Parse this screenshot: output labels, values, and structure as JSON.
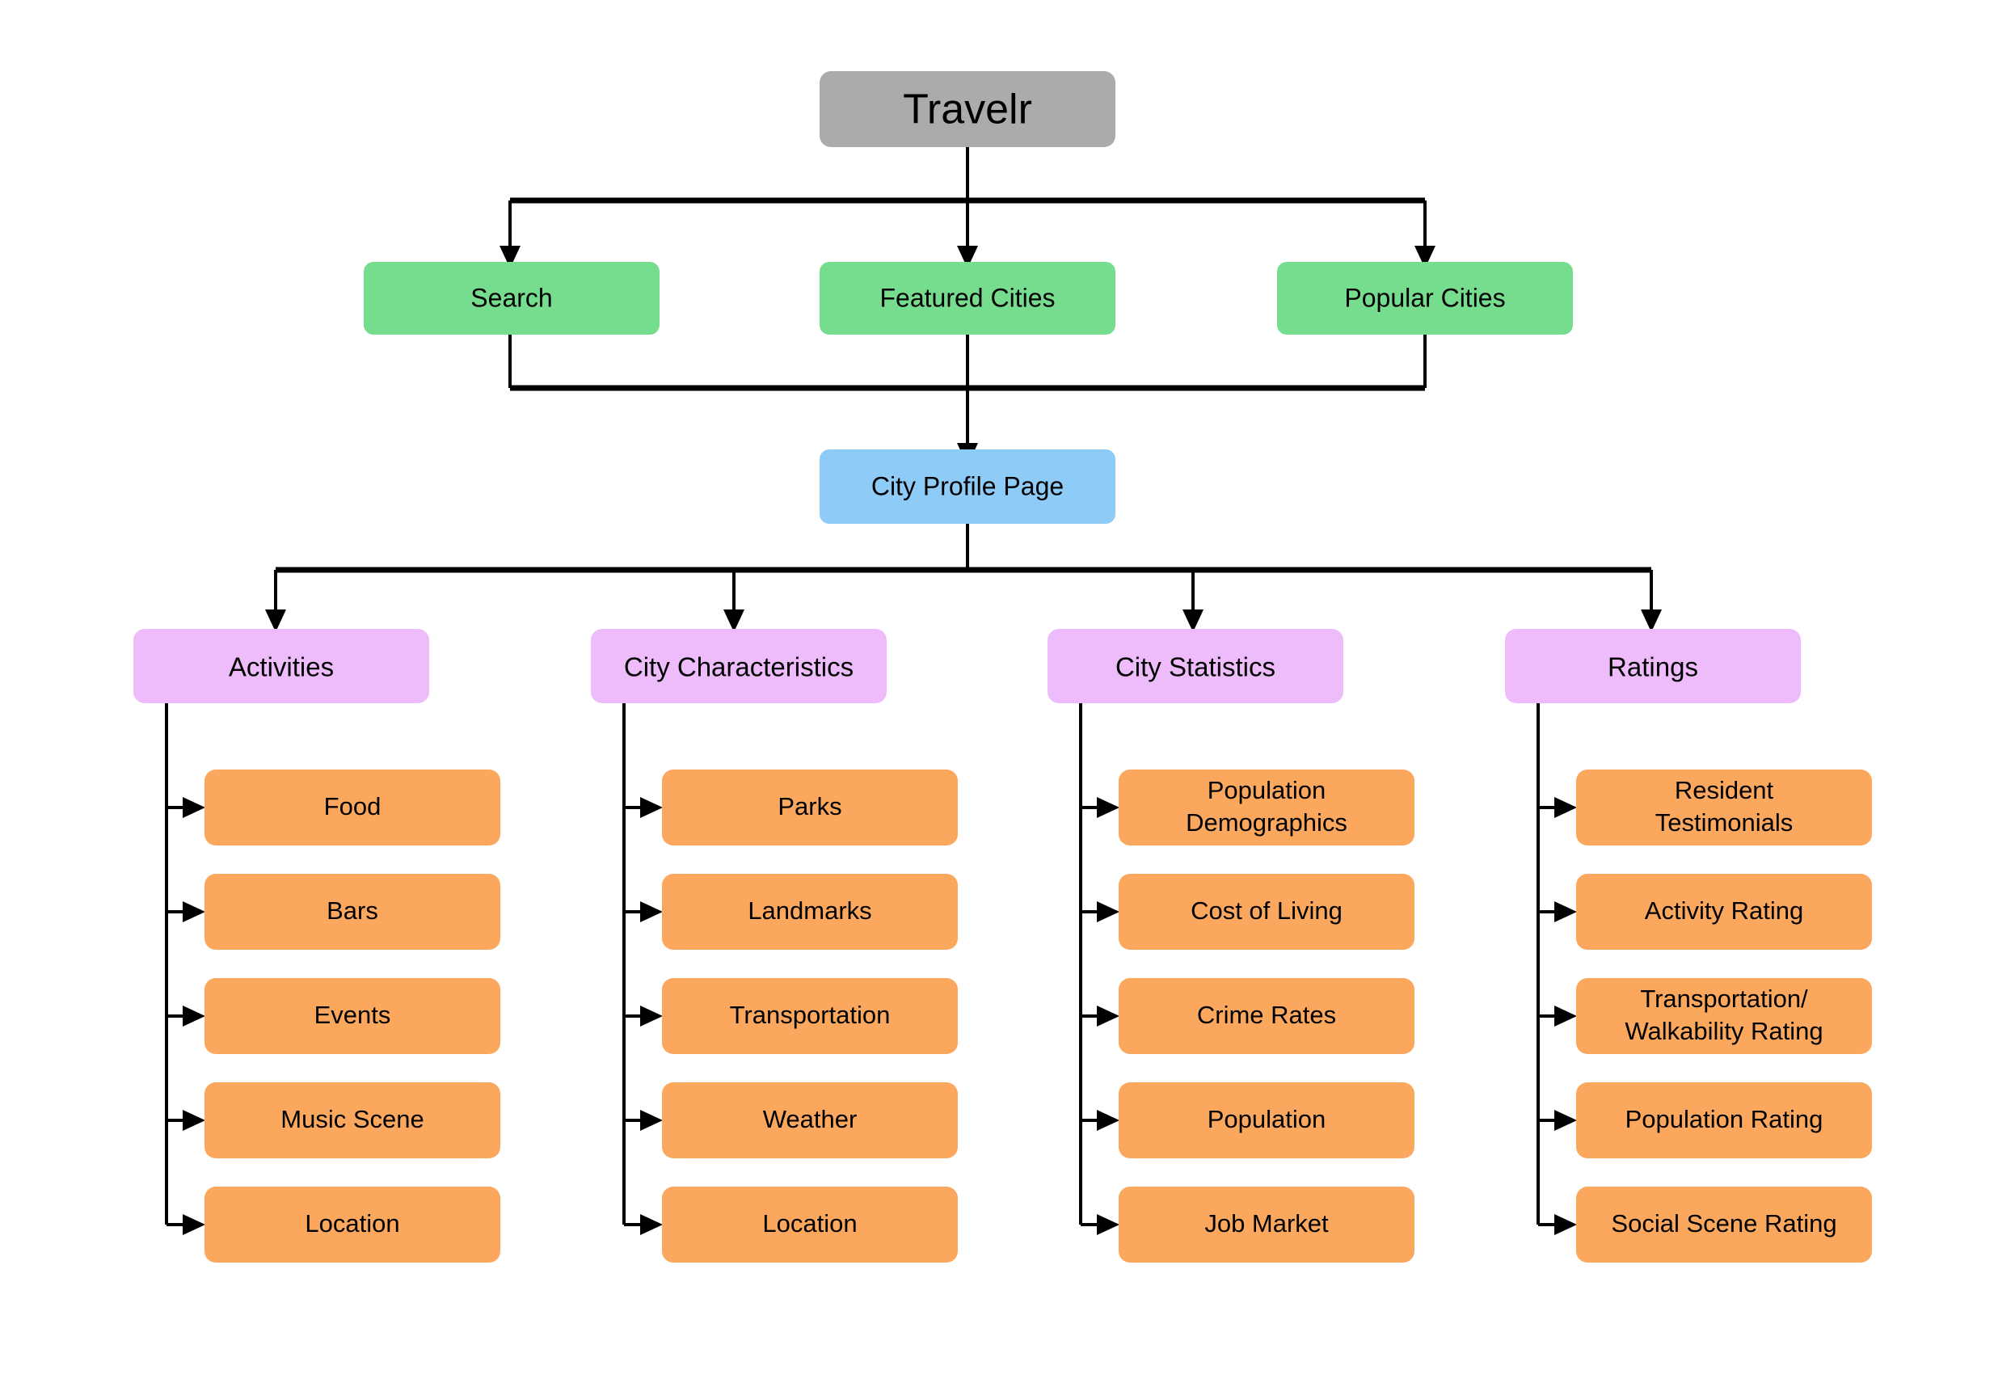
{
  "diagram": {
    "title": "Travelr",
    "type": "site-map-flowchart",
    "background": "#ffffff",
    "edge_color": "#000000",
    "palette": {
      "root": "#ABABAB",
      "entry": "#77DD8E",
      "page": "#8ECBF7",
      "category": "#EEBCFB",
      "leaf": "#FBA85E",
      "text": "#000000"
    },
    "root": {
      "label": "Travelr",
      "color": "#ABABAB"
    },
    "entry_points": [
      {
        "label": "Search",
        "color": "#77DD8E"
      },
      {
        "label": "Featured Cities",
        "color": "#77DD8E"
      },
      {
        "label": "Popular Cities",
        "color": "#77DD8E"
      }
    ],
    "page": {
      "label": "City Profile Page",
      "color": "#8ECBF7"
    },
    "categories": [
      {
        "label": "Activities",
        "color": "#EEBCFB",
        "items": [
          {
            "label": "Food"
          },
          {
            "label": "Bars"
          },
          {
            "label": "Events"
          },
          {
            "label": "Music Scene"
          },
          {
            "label": "Location"
          }
        ]
      },
      {
        "label": "City Characteristics",
        "color": "#EEBCFB",
        "items": [
          {
            "label": "Parks"
          },
          {
            "label": "Landmarks"
          },
          {
            "label": "Transportation"
          },
          {
            "label": "Weather"
          },
          {
            "label": "Location"
          }
        ]
      },
      {
        "label": "City Statistics",
        "color": "#EEBCFB",
        "items": [
          {
            "label": "Population Demographics",
            "line1": "Population",
            "line2": "Demographics"
          },
          {
            "label": "Cost of Living"
          },
          {
            "label": "Crime Rates"
          },
          {
            "label": "Population"
          },
          {
            "label": "Job Market"
          }
        ]
      },
      {
        "label": "Ratings",
        "color": "#EEBCFB",
        "items": [
          {
            "label": "Resident Testimonials",
            "line1": "Resident",
            "line2": "Testimonials"
          },
          {
            "label": "Activity Rating"
          },
          {
            "label": "Transportation/ Walkability Rating",
            "line1": "Transportation/",
            "line2": "Walkability Rating"
          },
          {
            "label": "Population Rating"
          },
          {
            "label": "Social Scene Rating"
          }
        ]
      }
    ]
  }
}
